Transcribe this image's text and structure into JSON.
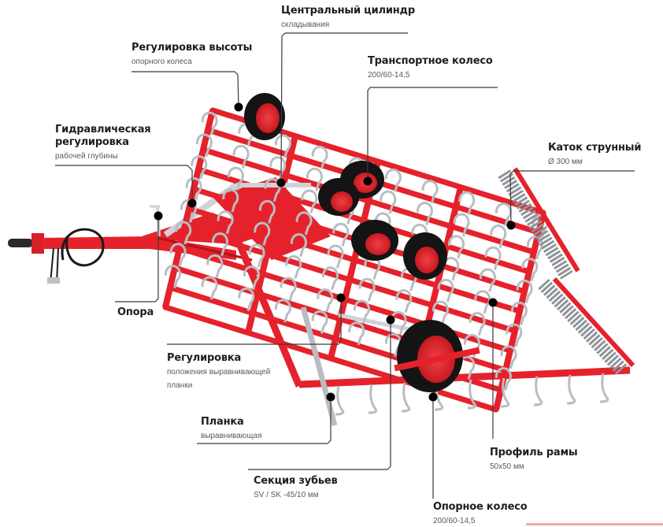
{
  "diagram": {
    "subject": "Культиватор с пружинными зубьями (схема узлов)",
    "colors": {
      "frame": "#e5222b",
      "frame_dark": "#b3141c",
      "tine": "#b9bdc2",
      "tire": "#141414",
      "leader": "#3a3a3a",
      "marker": "#000000",
      "title_text": "#1e1e1e",
      "sub_text": "#5a5a5a",
      "accent_bar": "#f2a7a7"
    },
    "callouts": [
      {
        "id": "central-cylinder",
        "title": "Центральный цилиндр",
        "subtitle": "складывания"
      },
      {
        "id": "support-wheel-height",
        "title": "Регулировка высоты",
        "subtitle": "опорного колеса"
      },
      {
        "id": "transport-wheel",
        "title": "Транспортное колесо",
        "subtitle": "200/60-14,5"
      },
      {
        "id": "hydraulic-depth",
        "title": "Гидравлическая регулировка",
        "title_lines": [
          "Гидравлическая",
          "регулировка"
        ],
        "subtitle": "рабочей глубины"
      },
      {
        "id": "string-roller",
        "title": "Каток струнный",
        "subtitle": "Ø 300 мм"
      },
      {
        "id": "stand",
        "title": "Опора",
        "subtitle": ""
      },
      {
        "id": "leveling-adjust",
        "title": "Регулировка",
        "subtitle_lines": [
          "положения выравнивающей",
          "планки"
        ]
      },
      {
        "id": "leveling-bar",
        "title": "Планка",
        "subtitle": "выравнивающая"
      },
      {
        "id": "tine-section",
        "title": "Секция зубьев",
        "subtitle": "SV / SK -45/10 мм"
      },
      {
        "id": "frame-profile",
        "title": "Профиль рамы",
        "subtitle": "50x50 мм"
      },
      {
        "id": "support-wheel",
        "title": "Опорное колесо",
        "subtitle": "200/60-14,5"
      }
    ]
  }
}
